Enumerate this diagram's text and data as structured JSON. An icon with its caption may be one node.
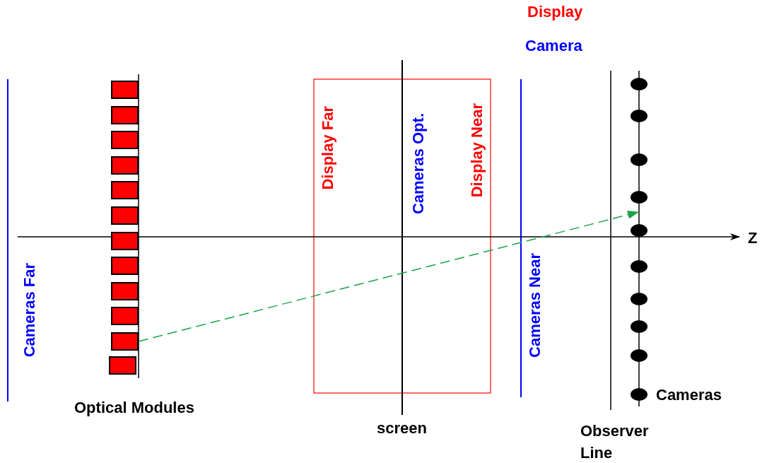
{
  "diagram": {
    "nodes": [
      {
        "text": [],
        "shape": "box"
      },
      {
        "text": [],
        "shape": "box"
      },
      {
        "text": [],
        "shape": "box"
      },
      {
        "text": [],
        "shape": "box"
      },
      {
        "text": [],
        "shape": "box"
      },
      {
        "text": [],
        "shape": "box"
      },
      {
        "text": [],
        "shape": "box"
      },
      {
        "text": [],
        "shape": "box"
      },
      {
        "text": [],
        "shape": "box"
      },
      {
        "text": [],
        "shape": "box"
      },
      {
        "text": [],
        "shape": "box"
      },
      {
        "text": [],
        "shape": "box"
      },
      {
        "text": [],
        "shape": "bar"
      }
    ],
    "edges": [
      {
        "from": 10,
        "to": 12,
        "arrow": "to",
        "style": "dashed",
        "color": "#1aa34a"
      }
    ],
    "labels": [
      "Display",
      "Camera",
      "Display Far",
      "Cameras Opt.",
      "Display Near",
      "Z",
      "Cameras Far",
      "Cameras Near",
      "Cameras",
      "Optical Modules",
      "screen",
      "Observer Line"
    ]
  }
}
